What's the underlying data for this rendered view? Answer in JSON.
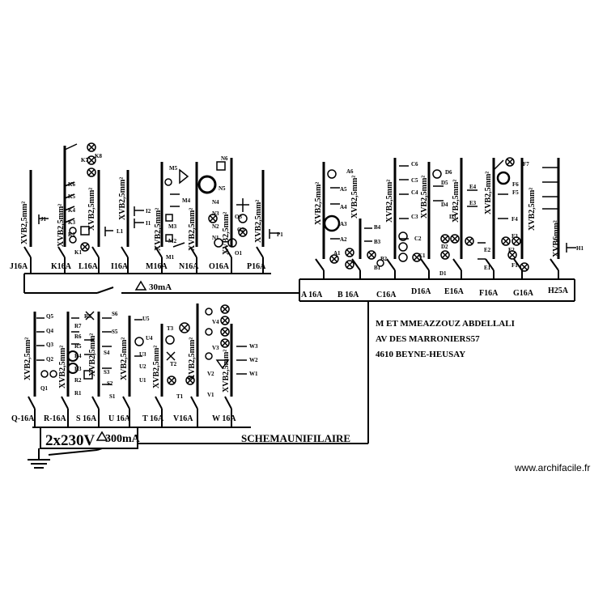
{
  "top_left_circuits": [
    {
      "breaker": "J16A",
      "cable": "XVB2,5mm²"
    },
    {
      "breaker": "K16A",
      "cable": "XVB2,5mm²"
    },
    {
      "breaker": "L16A",
      "cable": "XVB2,5mm²"
    },
    {
      "breaker": "I16A",
      "cable": "XVB2,5mm²"
    },
    {
      "breaker": "M16A",
      "cable": "XVB2,5mm²"
    },
    {
      "breaker": "N16A",
      "cable": "XVB2,5mm²"
    },
    {
      "breaker": "O16A",
      "cable": "XVB2,5mm²"
    },
    {
      "breaker": "P16A",
      "cable": "XVB2,5mm²"
    }
  ],
  "top_right_circuits": [
    {
      "breaker": "A 16A",
      "cable": "XVB2,5mm²"
    },
    {
      "breaker": "B 16A",
      "cable": "XVB2,5mm²"
    },
    {
      "breaker": "C16A",
      "cable": "XVB2,5mm²"
    },
    {
      "breaker": "D16A",
      "cable": "XVB2,5mm²"
    },
    {
      "breaker": "E16A",
      "cable": "XVB2,5mm²"
    },
    {
      "breaker": "F16A",
      "cable": "XVB2,5mm²"
    },
    {
      "breaker": "G16A",
      "cable": "XVB2,5mm²"
    },
    {
      "breaker": "H25A",
      "cable": "XVB6mm²"
    }
  ],
  "bottom_circuits": [
    {
      "breaker": "Q-16A",
      "cable": "XVB2,5mm²"
    },
    {
      "breaker": "R-16A",
      "cable": "XVB2,5mm²"
    },
    {
      "breaker": "S 16A",
      "cable": "XVB2,5mm²"
    },
    {
      "breaker": "U 16A",
      "cable": "XVB2,5mm²"
    },
    {
      "breaker": "T 16A",
      "cable": "XVB2,5mm²"
    },
    {
      "breaker": "V16A",
      "cable": "XVB2,5mm²"
    },
    {
      "breaker": "W 16A",
      "cable": "XVB2,5mm²"
    }
  ],
  "differential_top": "30mA",
  "differential_bottom": "300mA",
  "supply": "2x230V",
  "drawing_title": "SCHEMAUNIFILAIRE",
  "address": {
    "line1": "M ET MMEAZZOUZ ABDELLALI",
    "line2": "AV DES MARRONIERS57",
    "line3": "4610 BEYNE-HEUSAY"
  },
  "credit": "www.archifacile.fr",
  "point_labels": {
    "J": [
      "J1"
    ],
    "K": [
      "K8",
      "K7",
      "K6",
      "K5",
      "K4",
      "K3",
      "K2",
      "K1"
    ],
    "L": [
      "L1"
    ],
    "I": [
      "I2",
      "I1"
    ],
    "M": [
      "M5",
      "M4",
      "M3",
      "M2",
      "M1"
    ],
    "N": [
      "N6",
      "N5",
      "N4",
      "N3",
      "N2",
      "N1"
    ],
    "O": [
      "O3",
      "O2",
      "O1"
    ],
    "P": [
      "P1"
    ],
    "A": [
      "A6",
      "A5",
      "A4",
      "A3",
      "A2",
      "A1"
    ],
    "B": [
      "B4",
      "B3",
      "B2",
      "B1"
    ],
    "C": [
      "C6",
      "C5",
      "C4",
      "C3",
      "C2",
      "C1"
    ],
    "D": [
      "D6",
      "D5",
      "D4",
      "D3",
      "D2",
      "D1"
    ],
    "E": [
      "E4",
      "E3",
      "E2",
      "E1"
    ],
    "F": [
      "F7",
      "F6",
      "F5",
      "F4",
      "F3",
      "F2",
      "F1"
    ],
    "H": [
      "H1"
    ],
    "Q": [
      "Q5",
      "Q4",
      "Q3",
      "Q2",
      "Q1"
    ],
    "R": [
      "R8",
      "R7",
      "R6",
      "R5",
      "R4",
      "R3",
      "R2",
      "R1"
    ],
    "S": [
      "S6",
      "S5",
      "S4",
      "S3",
      "S2",
      "S1"
    ],
    "U": [
      "U5",
      "U4",
      "U3",
      "U2",
      "U1"
    ],
    "T": [
      "T3",
      "T2",
      "T1"
    ],
    "V": [
      "V4",
      "V3",
      "V2",
      "V1"
    ],
    "W": [
      "W3",
      "W2",
      "W1"
    ]
  }
}
